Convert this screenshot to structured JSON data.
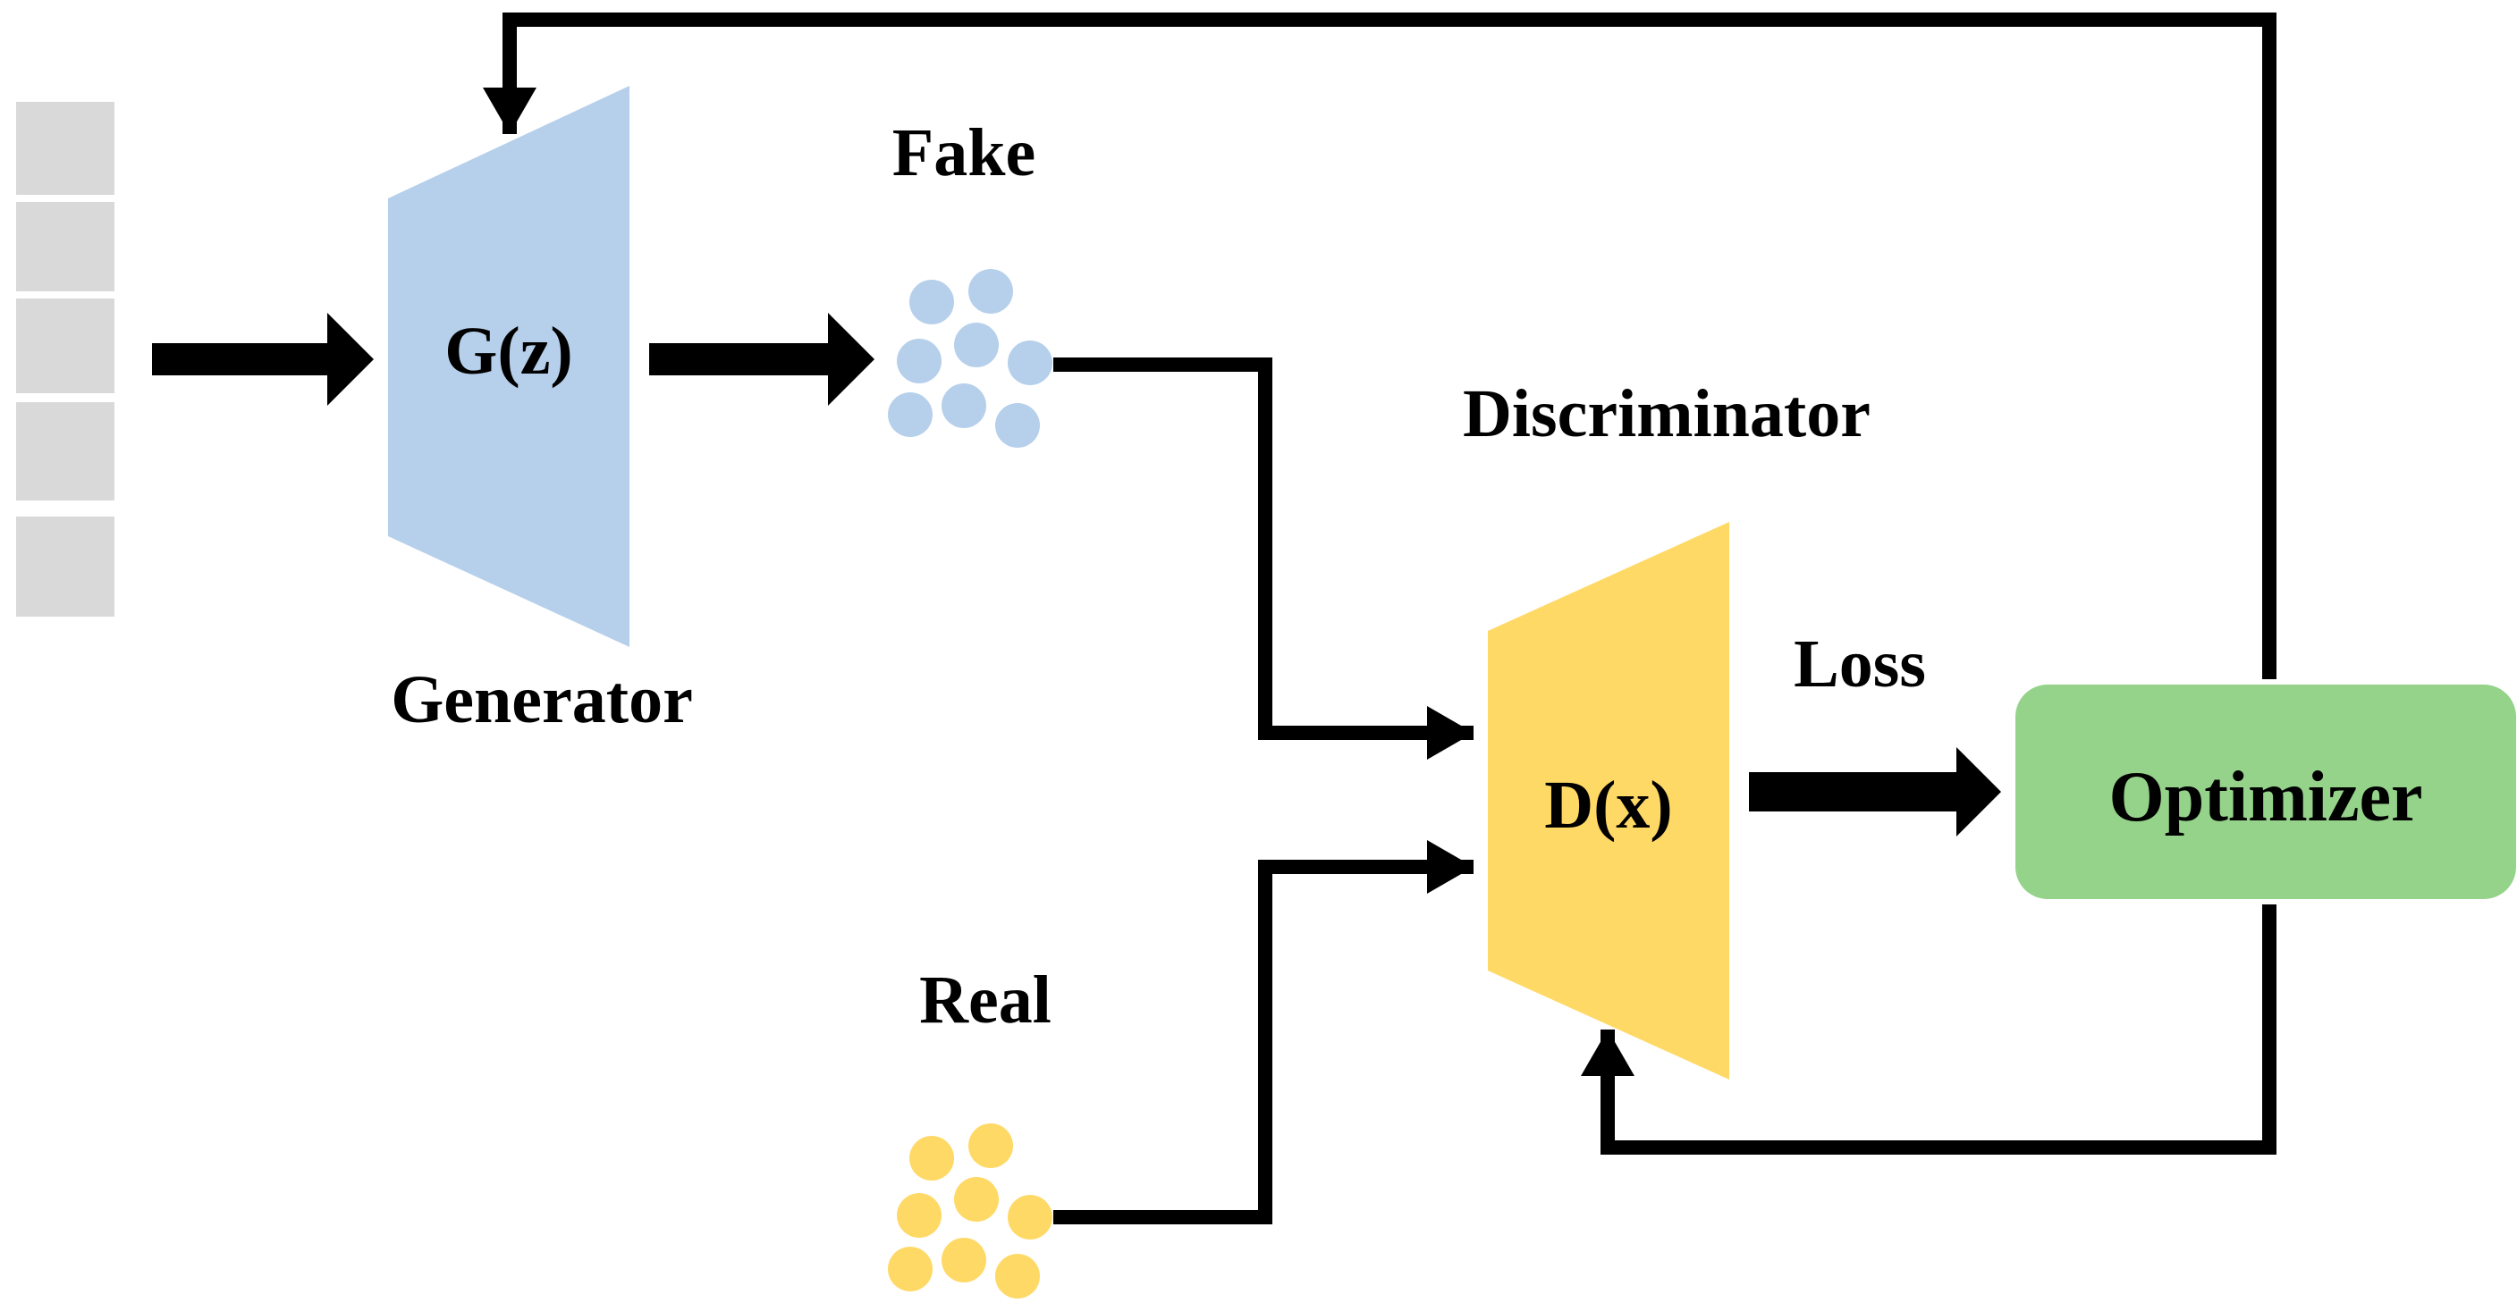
{
  "labels": {
    "fake": "Fake",
    "real": "Real",
    "generator_name": "Generator",
    "generator_formula": "G(z)",
    "discriminator_name": "Discriminator",
    "discriminator_formula": "D(x)",
    "loss": "Loss",
    "optimizer": "Optimizer"
  },
  "colors": {
    "generator": "#b6d0eb",
    "fake_samples": "#b6d0eb",
    "discriminator": "#ffd966",
    "real_samples": "#ffd966",
    "optimizer": "#95d38a",
    "noise_blocks": "#d9d9d9",
    "lines": "#000000"
  },
  "icons": {
    "noise_vector": "noise-vector-icon",
    "fake_samples": "fake-samples-icon",
    "real_samples": "real-samples-icon"
  }
}
